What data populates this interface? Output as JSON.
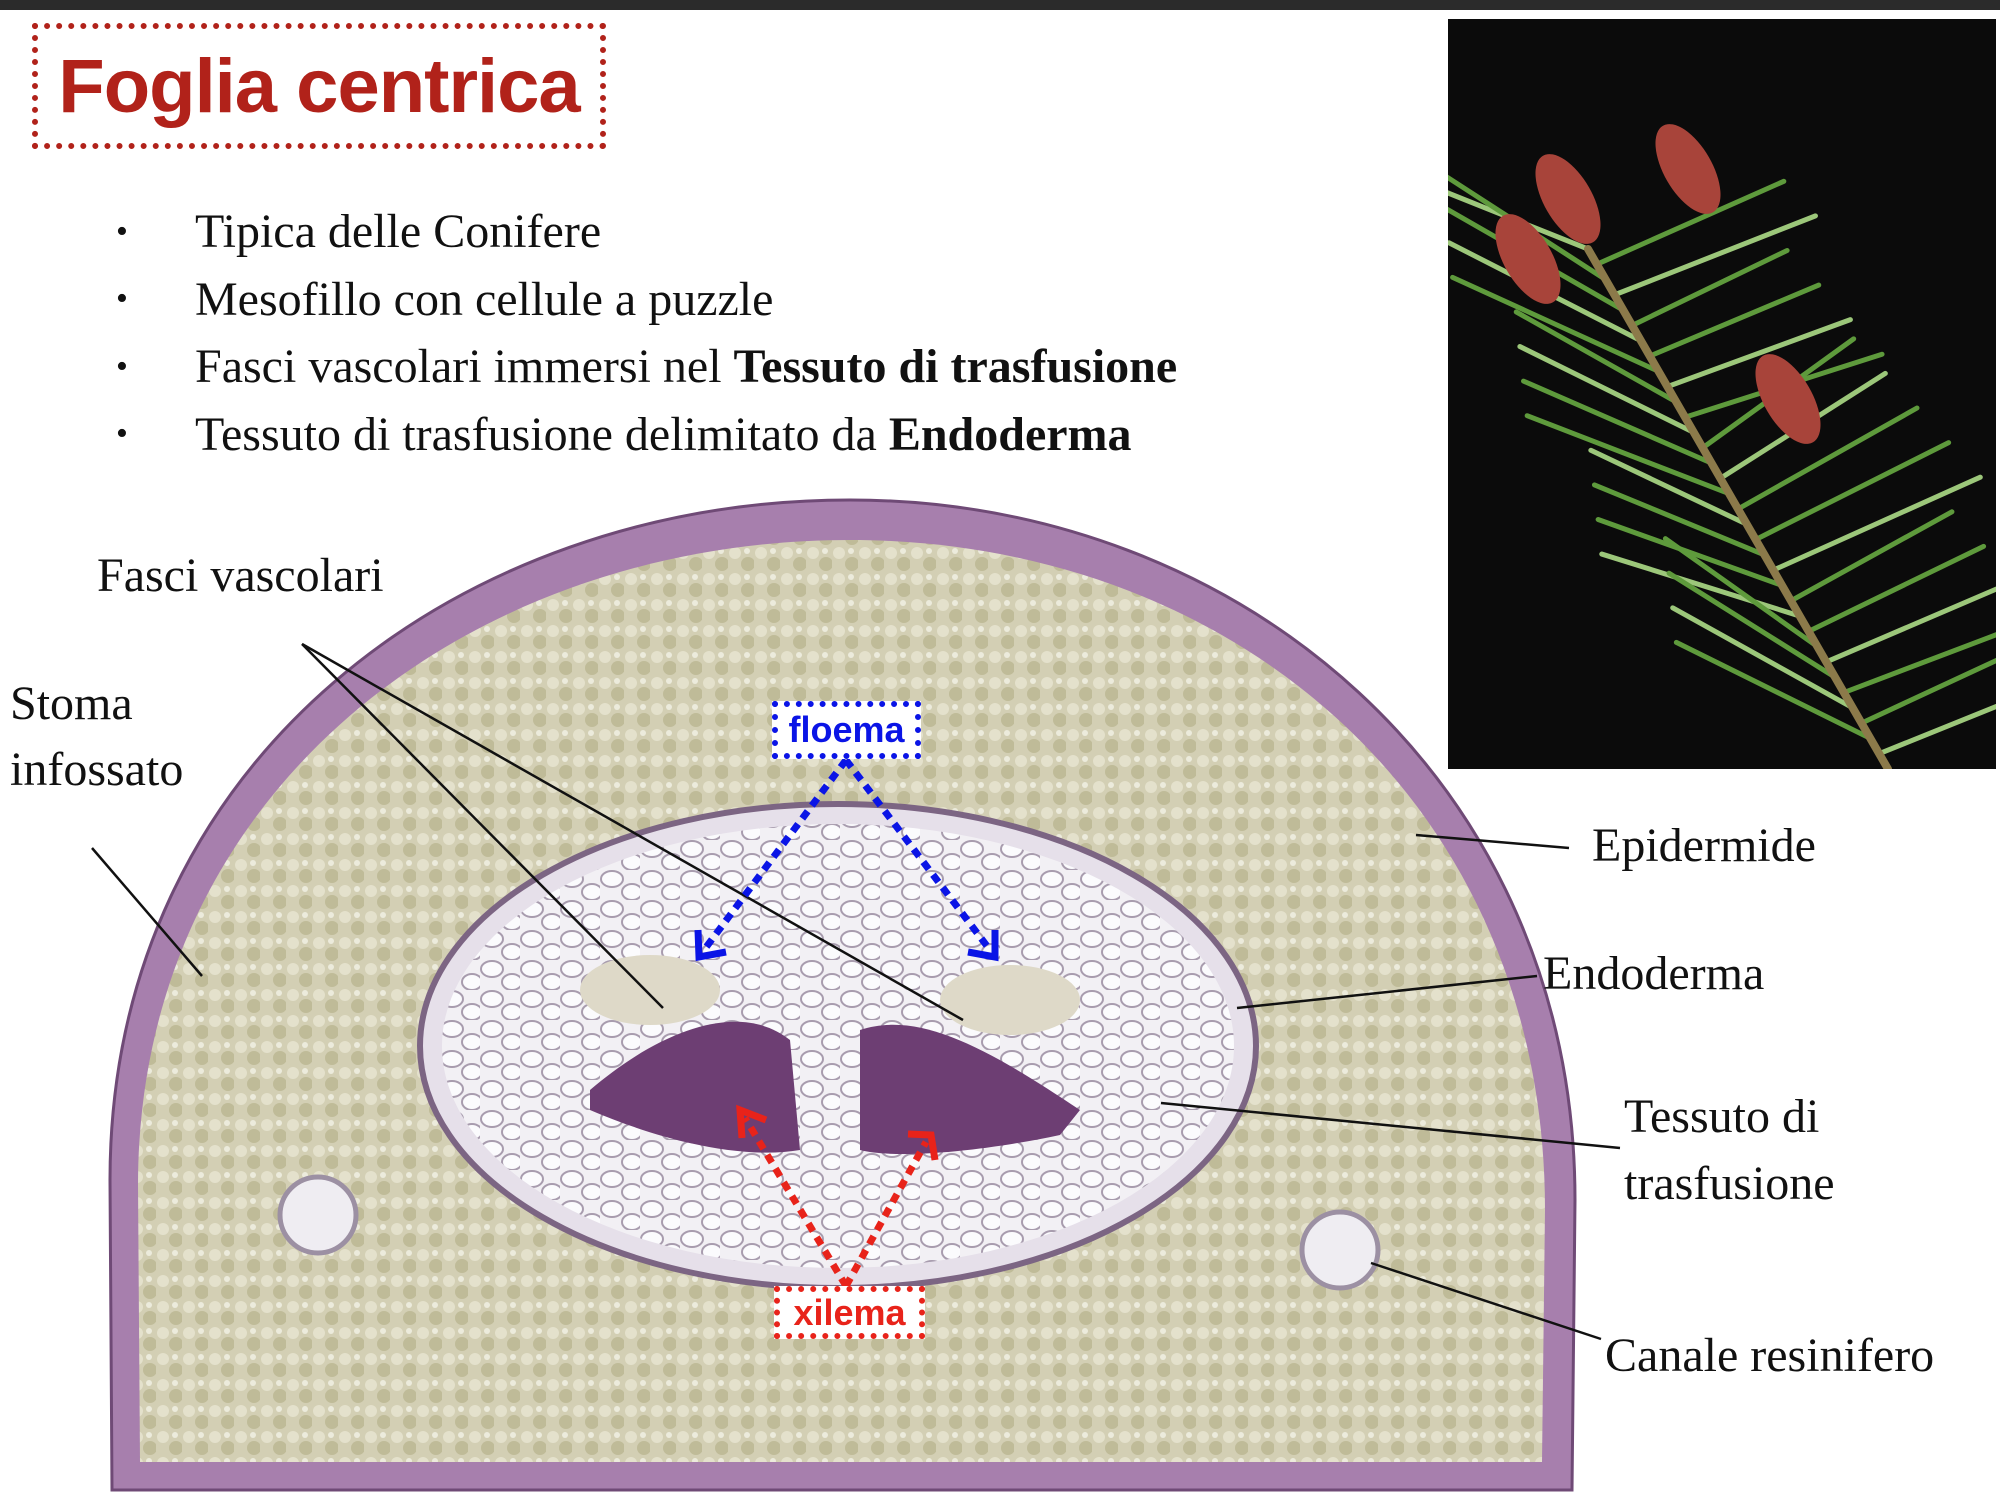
{
  "slide": {
    "title": "Foglia centrica",
    "bullets": [
      {
        "text": "Tipica delle Conifere",
        "bold": ""
      },
      {
        "text": "Mesofillo con cellule a puzzle",
        "bold": ""
      },
      {
        "text": "Fasci vascolari immersi nel ",
        "bold": "Tessuto di trasfusione"
      },
      {
        "text": "Tessuto di trasfusione delimitato da ",
        "bold": "Endoderma"
      }
    ],
    "bullet_symbol": "•"
  },
  "diagram": {
    "labels": {
      "fasci_vascolari": "Fasci vascolari",
      "stoma_line1": "Stoma",
      "stoma_line2": "infossato",
      "epidermide": "Epidermide",
      "endoderma": "Endoderma",
      "tessuto_line1": "Tessuto di",
      "tessuto_line2": "trasfusione",
      "canale": "Canale resinifero"
    },
    "tags": {
      "floema": "floema",
      "xilema": "xilema"
    },
    "colors": {
      "floema": "#0a14e6",
      "xilema": "#e8231a",
      "title": "#b1221a",
      "epidermis": "#9a6fa0",
      "mesophyll": "#cfcbb0"
    }
  }
}
